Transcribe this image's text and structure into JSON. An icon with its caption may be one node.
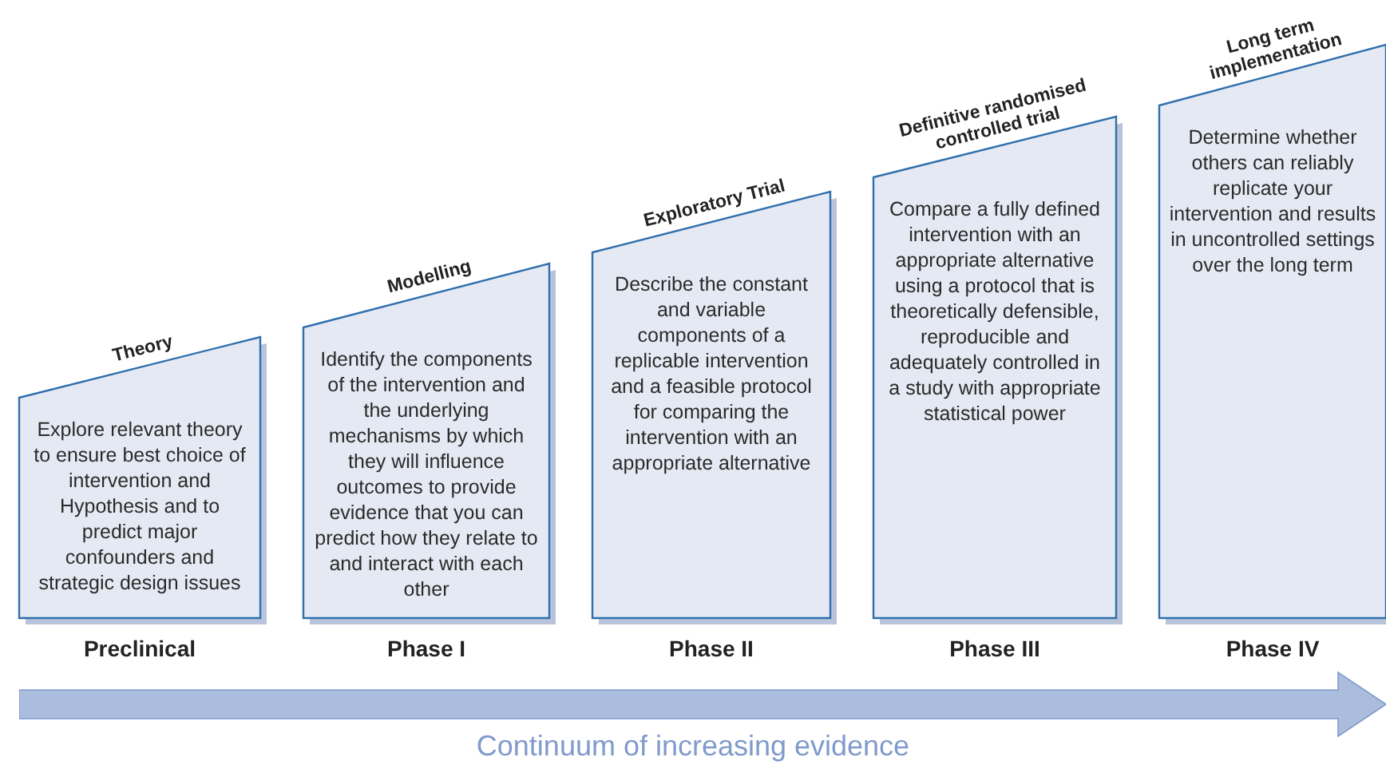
{
  "diagram": {
    "nodes": [
      {
        "text": [
          "Theory",
          "Explore relevant theory to ensure best choice of intervention and Hypothesis and to predict major confounders and strategic design issues"
        ],
        "beside": [
          "Preclinical"
        ]
      },
      {
        "text": [
          "Modelling",
          "Identify the components of the intervention and the underlying mechanisms by which they will influence outcomes to provide evidence that you can predict how they relate to and interact with each other"
        ],
        "beside": [
          "Phase I"
        ]
      },
      {
        "text": [
          "Exploratory Trial",
          "Describe the constant and variable components of a replicable intervention and a feasible protocol for comparing the intervention with an appropriate alternative"
        ],
        "beside": [
          "Phase II"
        ]
      },
      {
        "text": [
          "Definitive randomised controlled trial",
          "Compare a fully defined intervention with an appropriate alternative using a protocol that is theoretically defensible, reproducible and adequately controlled in a study with appropriate statistical power"
        ],
        "beside": [
          "Phase III"
        ]
      },
      {
        "text": [
          "Long term implementation",
          "Determine whether others can reliably replicate your intervention and results in uncontrolled settings over the long term"
        ],
        "beside": [
          "Phase IV"
        ]
      }
    ],
    "labels": [
      "Continuum of increasing evidence"
    ]
  }
}
